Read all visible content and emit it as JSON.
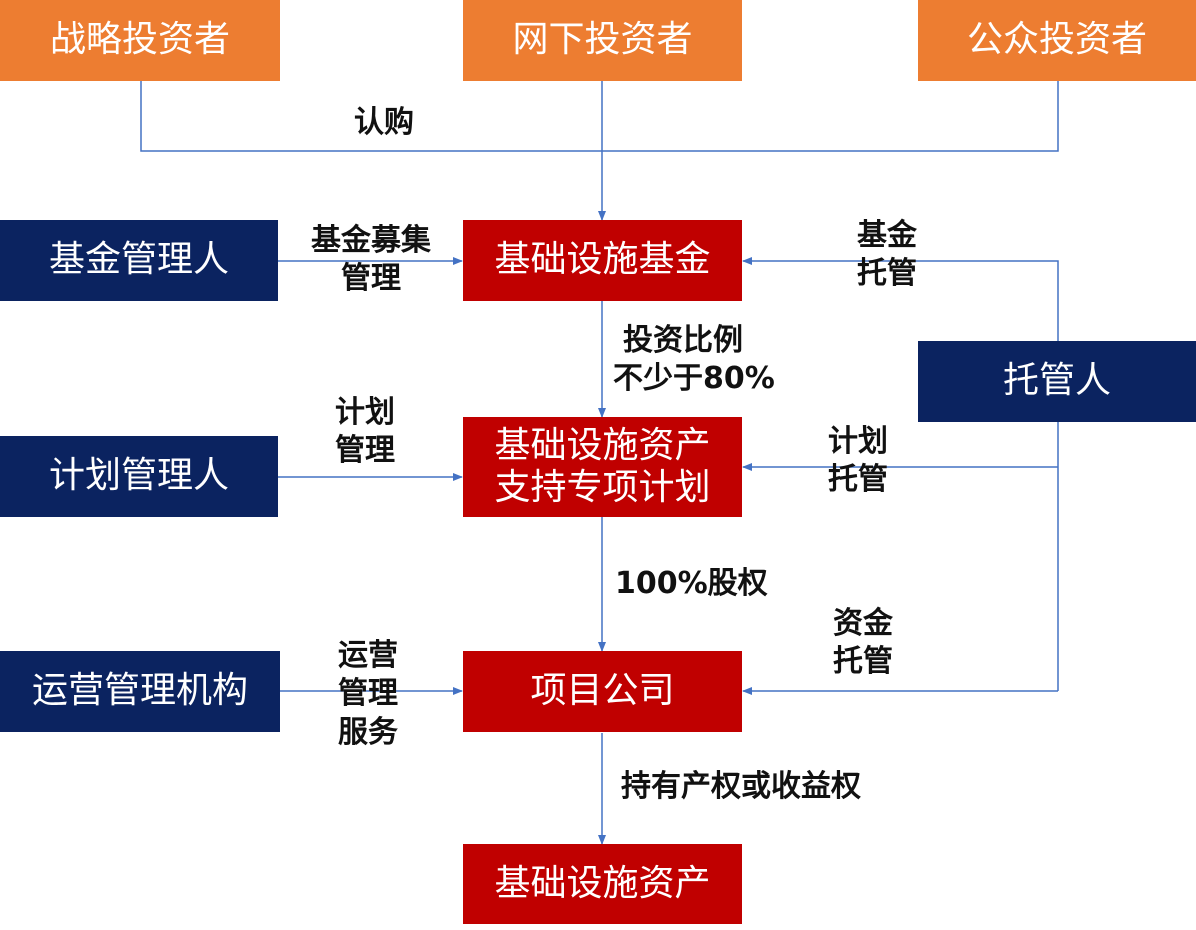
{
  "investors": {
    "strategic": "战略投资者",
    "offline": "网下投资者",
    "public": "公众投资者"
  },
  "managers": {
    "fund_manager": "基金管理人",
    "plan_manager": "计划管理人",
    "ops_manager": "运营管理机构",
    "custodian": "托管人"
  },
  "entities": {
    "fund": "基础设施基金",
    "abs_plan_line1": "基础设施资产",
    "abs_plan_line2": "支持专项计划",
    "project_company": "项目公司",
    "assets": "基础设施资产"
  },
  "edge_labels": {
    "subscribe": "认购",
    "fund_raise_line1": "基金募集",
    "fund_raise_line2": "管理",
    "fund_custody_line1": "基金",
    "fund_custody_line2": "托管",
    "invest_ratio_line1": "投资比例",
    "invest_ratio_line2": "不少于80%",
    "plan_mgmt_line1": "计划",
    "plan_mgmt_line2": "管理",
    "plan_custody_line1": "计划",
    "plan_custody_line2": "托管",
    "equity": "100%股权",
    "cash_custody_line1": "资金",
    "cash_custody_line2": "托管",
    "ops_service_line1": "运营",
    "ops_service_line2": "管理",
    "ops_service_line3": "服务",
    "ownership": "持有产权或收益权"
  },
  "colors": {
    "investor_box": "#ed7d31",
    "manager_box": "#0b2360",
    "entity_box": "#c00000",
    "connector": "#4472c4"
  }
}
